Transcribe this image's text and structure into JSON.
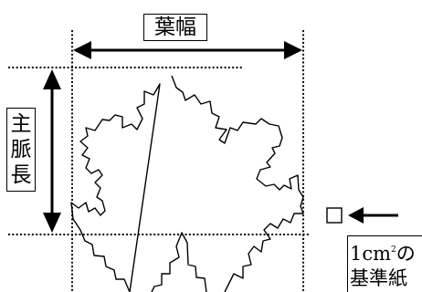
{
  "labels": {
    "leaf_width": "葉幅",
    "main_vein_length": [
      "主",
      "脈",
      "長"
    ],
    "reference": {
      "line1_prefix": "1cm",
      "line1_superscript": "2",
      "line1_suffix": "の",
      "line2": "基準紙"
    }
  },
  "colors": {
    "ink": "#000000",
    "background": "#ffffff"
  }
}
